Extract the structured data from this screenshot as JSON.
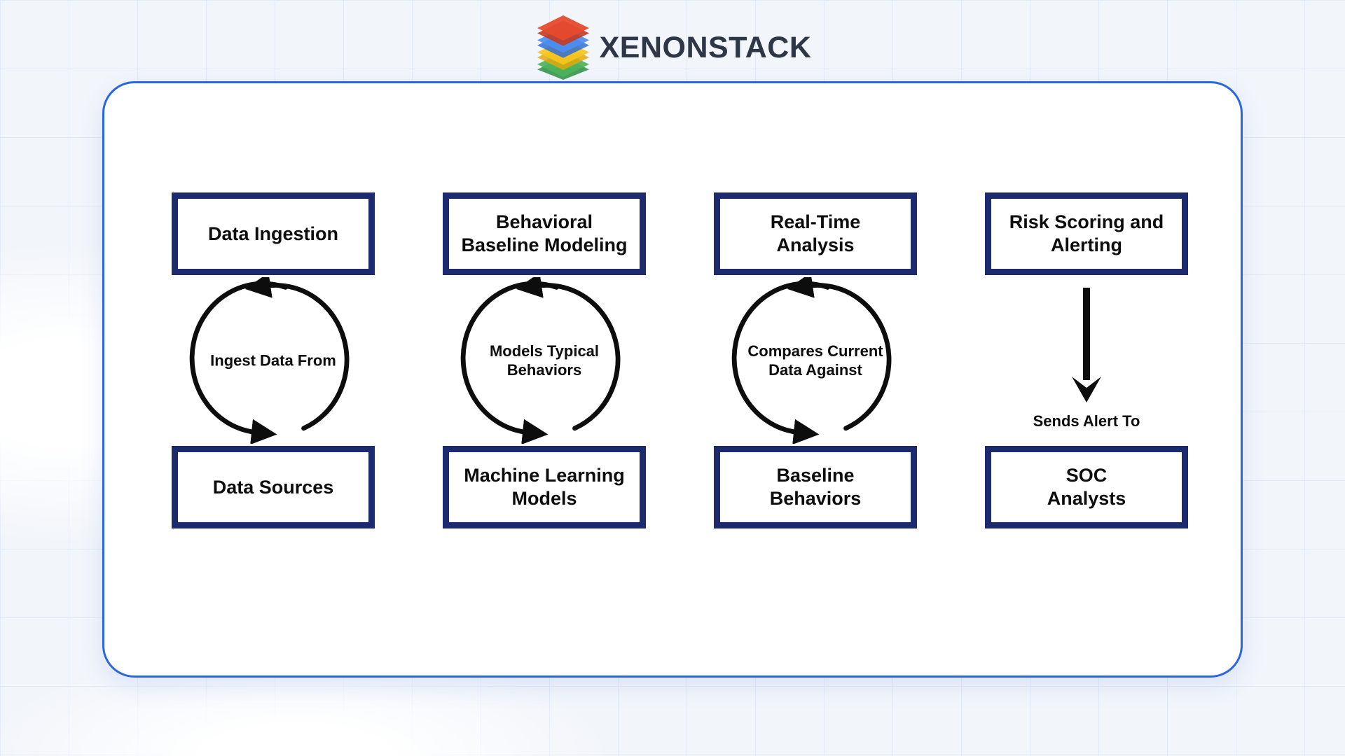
{
  "logo": {
    "text": "XENONSTACK",
    "text_color": "#2d3748",
    "layer_colors": [
      "#e64a2e",
      "#4b8df0",
      "#f7c61d",
      "#4db35b"
    ]
  },
  "panel": {
    "border_color": "#2a66e2",
    "fill": "#ffffff",
    "box_border_color": "#1d2b6e",
    "arrow_color": "#0d0d0d"
  },
  "diagram": {
    "columns": [
      {
        "top_box": {
          "lines": [
            "Data Ingestion"
          ]
        },
        "connector": {
          "type": "cycle",
          "label_lines": [
            "Ingest Data From"
          ]
        },
        "bottom_box": {
          "lines": [
            "Data Sources"
          ]
        }
      },
      {
        "top_box": {
          "lines": [
            "Behavioral",
            "Baseline Modeling"
          ]
        },
        "connector": {
          "type": "cycle",
          "label_lines": [
            "Models Typical",
            "Behaviors"
          ]
        },
        "bottom_box": {
          "lines": [
            "Machine Learning",
            "Models"
          ]
        }
      },
      {
        "top_box": {
          "lines": [
            "Real-Time",
            "Analysis"
          ]
        },
        "connector": {
          "type": "cycle",
          "label_lines": [
            "Compares Current",
            "Data Against"
          ]
        },
        "bottom_box": {
          "lines": [
            "Baseline",
            "Behaviors"
          ]
        }
      },
      {
        "top_box": {
          "lines": [
            "Risk Scoring and",
            "Alerting"
          ]
        },
        "connector": {
          "type": "straight-arrow",
          "label_lines": [
            "Sends Alert To"
          ]
        },
        "bottom_box": {
          "lines": [
            "SOC",
            "Analysts"
          ]
        }
      }
    ]
  }
}
